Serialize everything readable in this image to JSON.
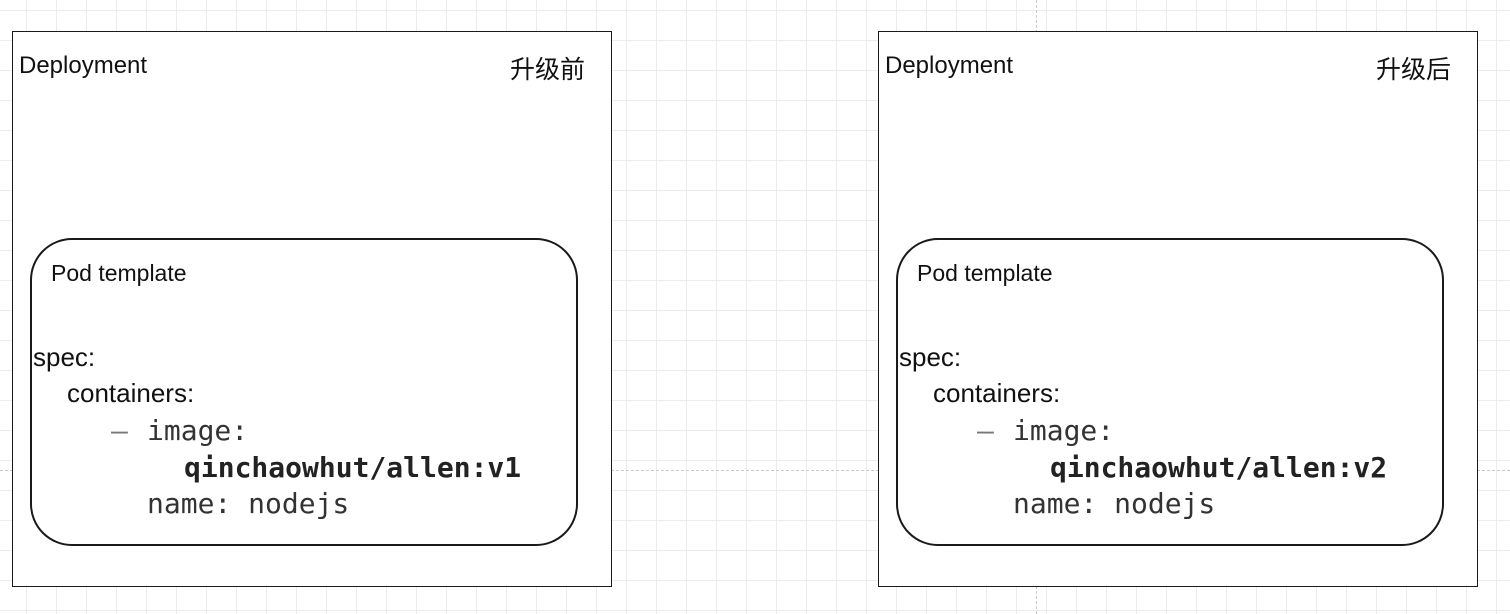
{
  "panels": [
    {
      "title": "Deployment",
      "state": "升级前",
      "pod_title": "Pod template",
      "yaml": {
        "spec": "spec:",
        "containers": "containers:",
        "dash": "–",
        "image_key": "image:",
        "image_value": "qinchaowhut/allen:v1",
        "name_line": "name: nodejs"
      }
    },
    {
      "title": "Deployment",
      "state": "升级后",
      "pod_title": "Pod template",
      "yaml": {
        "spec": "spec:",
        "containers": "containers:",
        "dash": "–",
        "image_key": "image:",
        "image_value": "qinchaowhut/allen:v2",
        "name_line": "name: nodejs"
      }
    }
  ],
  "colors": {
    "border": "#1a1a1a",
    "grid": "#ececec",
    "guide": "#c9c9c9"
  }
}
